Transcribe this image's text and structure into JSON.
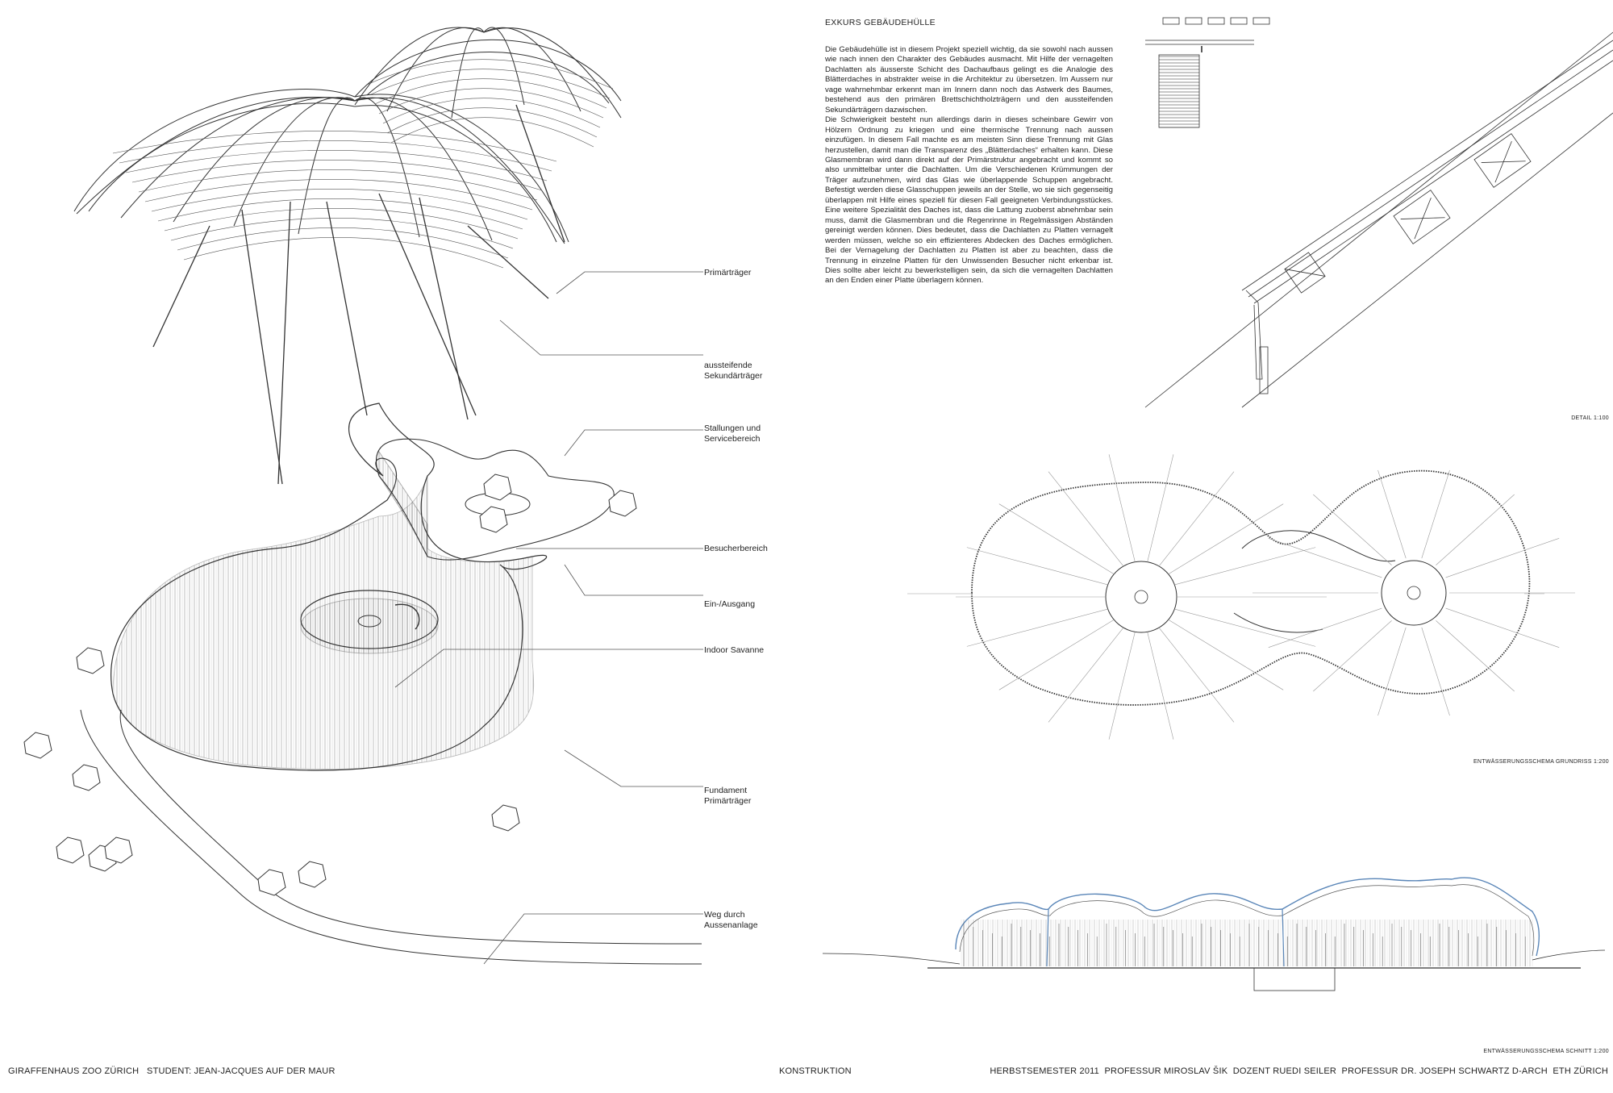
{
  "essay": {
    "title": "EXKURS GEBÄUDEHÜLLE",
    "paragraphs": [
      "Die Gebäudehülle ist in diesem Projekt speziell wichtig, da sie sowohl nach aussen wie nach innen den Charakter des Gebäudes ausmacht. Mit Hilfe der vernagelten Dachlatten als äusserste Schicht des Dachaufbaus gelingt es die Analogie des Blätterdaches in abstrakter weise in die Architektur zu übersetzen. Im Aussern nur vage wahrnehmbar erkennt man im Innern dann noch das Astwerk des Baumes, bestehend aus den primären Brettschichtholzträgern und den aussteifenden Sekundärträgern dazwischen.",
      "Die Schwierigkeit besteht nun allerdings darin in dieses scheinbare Gewirr von Hölzern Ordnung zu kriegen und eine thermische Trennung nach aussen einzufügen. In diesem Fall machte es am meisten Sinn diese Trennung mit Glas herzustellen, damit man die Transparenz des „Blätterdaches“ erhalten kann. Diese Glasmembran wird dann direkt auf der Primärstruktur angebracht und kommt so also unmittelbar unter die Dachlatten. Um die Verschiedenen Krümmungen der Träger aufzunehmen, wird das Glas wie überlappende Schuppen angebracht. Befestigt werden diese Glasschuppen jeweils an der Stelle, wo sie sich gegenseitig überlappen mit Hilfe eines speziell für diesen Fall geeigneten Verbindungsstückes. Eine weitere Spezialität des Daches ist, dass die Lattung zuoberst abnehmbar sein muss, damit die Glasmembran und die Regenrinne in Regelmässigen Abständen gereinigt werden können. Dies bedeutet, dass die Dachlatten zu Platten vernagelt werden müssen, welche so ein effizienteres Abdecken des Daches ermöglichen. Bei der Vernagelung der Dachlatten zu Platten ist aber zu beachten, dass die Trennung in einzelne Platten für den Unwissenden Besucher nicht erkenbar ist. Dies sollte aber leicht zu bewerkstelligen sein, da sich die vernagelten Dachlatten an den Enden einer Platte überlagern können."
    ]
  },
  "annotations": {
    "primaer": "Primärträger",
    "sekundaer": [
      "aussteifende",
      "Sekundärträger"
    ],
    "stallungen": [
      "Stallungen und",
      "Servicebereich"
    ],
    "besucher": "Besucherbereich",
    "eingang": "Ein-/Ausgang",
    "savanne": "Indoor Savanne",
    "fundament": [
      "Fundament",
      "Primärträger"
    ],
    "weg": [
      "Weg durch",
      "Aussenanlage"
    ]
  },
  "scales": {
    "detail": "DETAIL 1:100",
    "grundriss": "ENTWÄSSERUNGSSCHEMA GRUNDRISS 1:200",
    "schnitt": "ENTWÄSSERUNGSSCHEMA SCHNITT 1:200"
  },
  "footer": {
    "left": "GIRAFFENHAUS ZOO ZÜRICH   STUDENT: JEAN-JACQUES AUF DER MAUR",
    "center": "KONSTRUKTION",
    "right": "HERBSTSEMESTER 2011  PROFESSUR MIROSLAV ŠIK  DOZENT RUEDI SEILER  PROFESSUR DR. JOSEPH SCHWARTZ D-ARCH  ETH ZÜRICH"
  },
  "colors": {
    "line": "#333333",
    "accent_blue": "#5a86b8",
    "accent_teal": "#2a9a8a"
  }
}
